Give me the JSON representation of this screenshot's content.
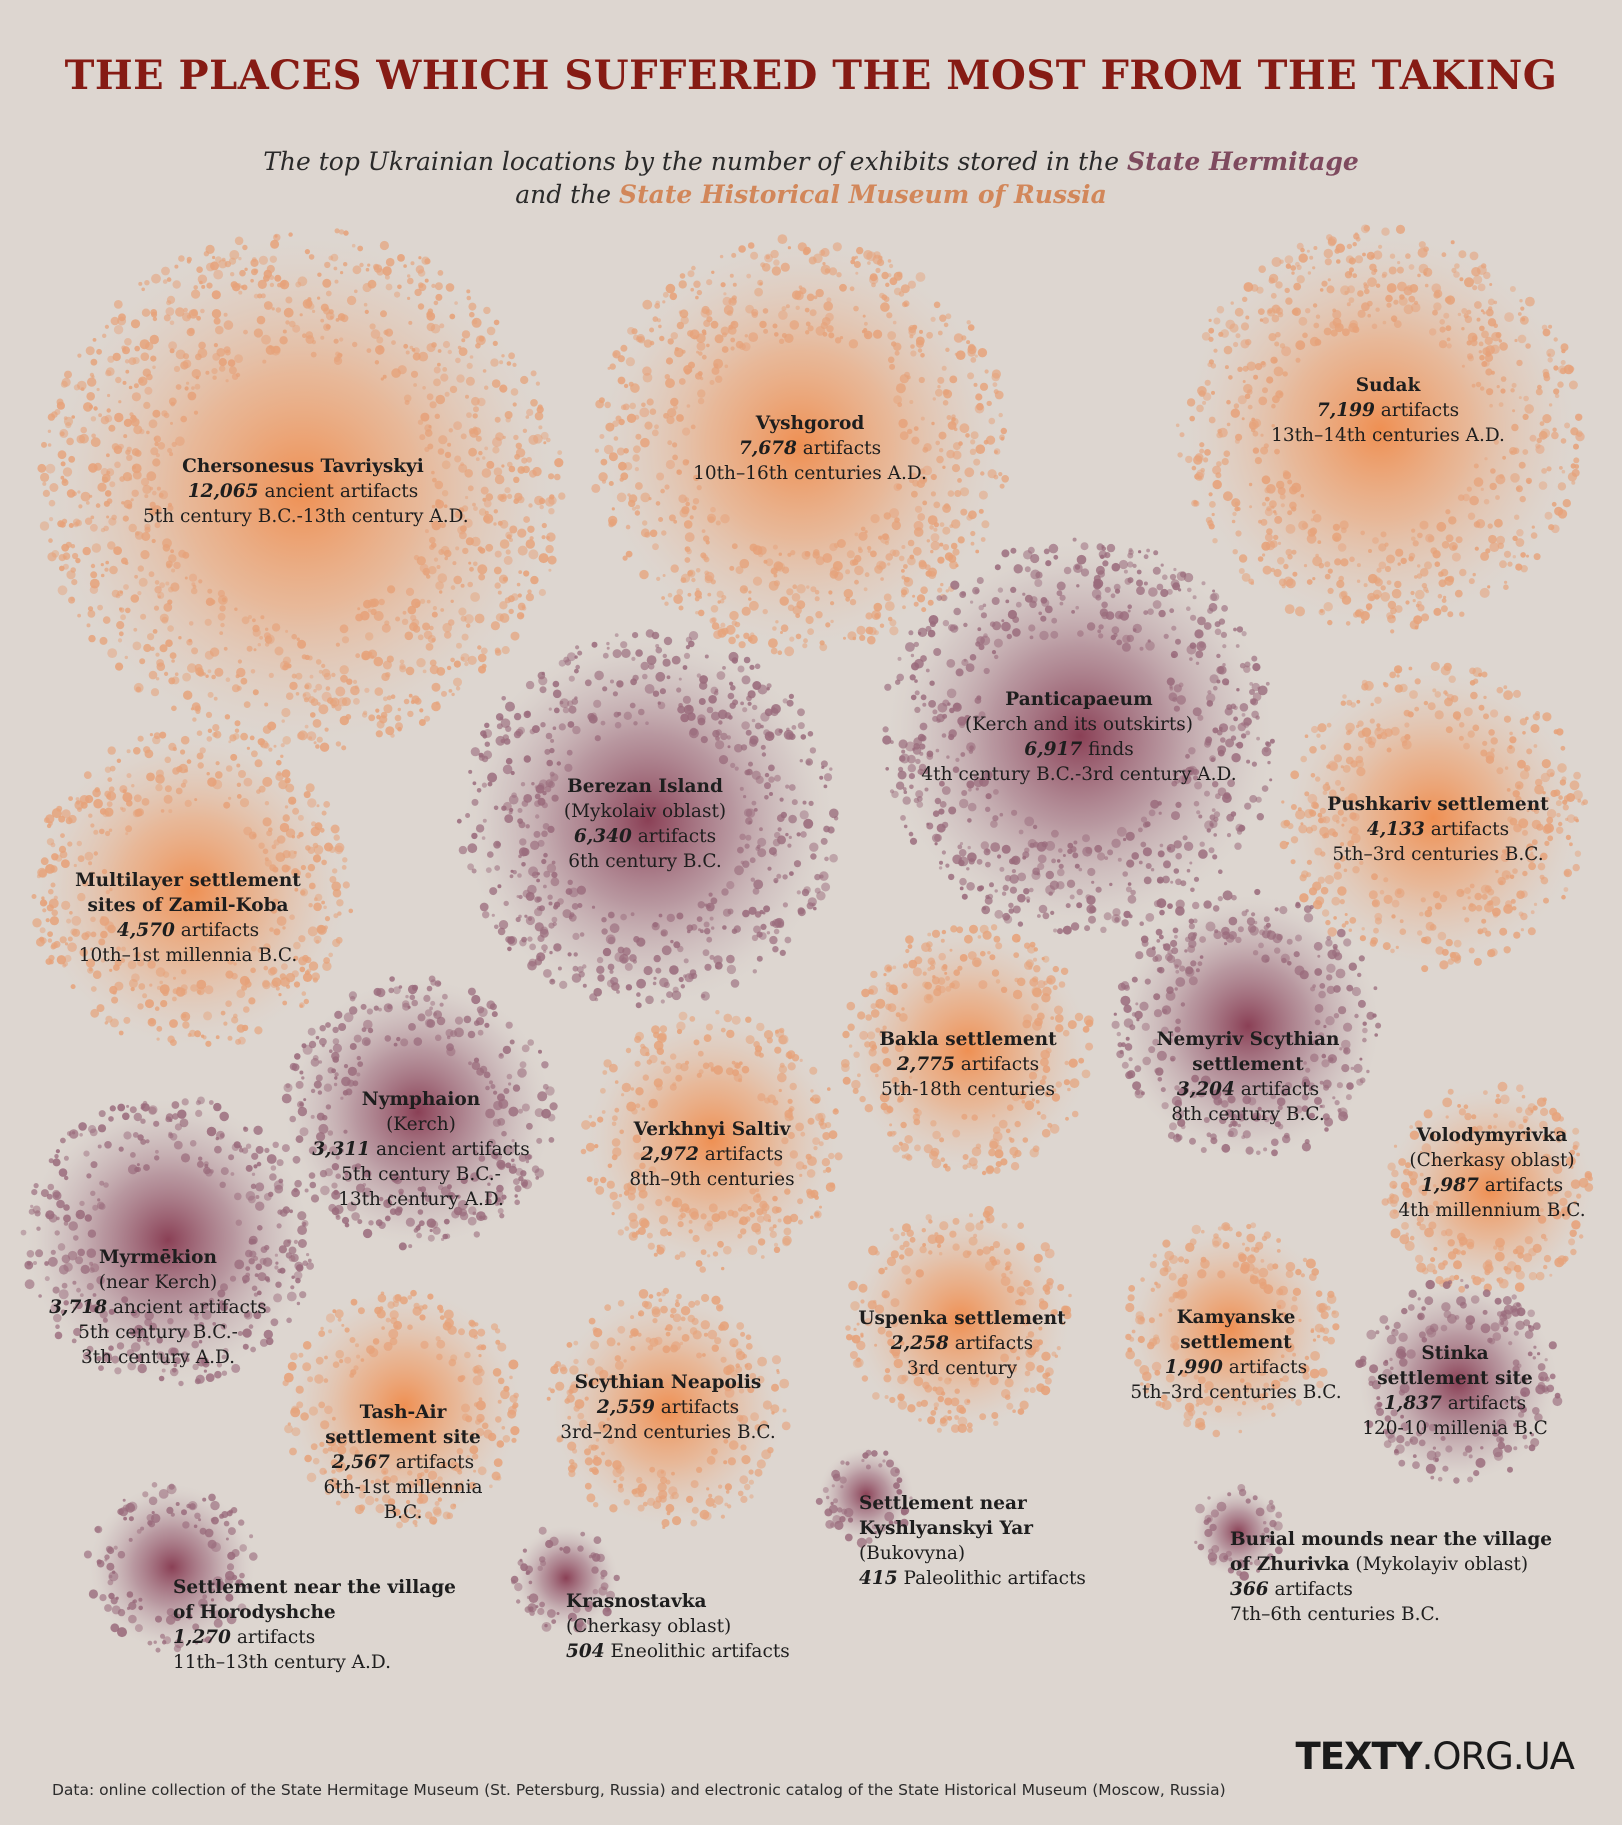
{
  "title": "THE PLACES WHICH SUFFERED THE MOST FROM THE TAKING",
  "subtitle": {
    "line1_prefix": "The top Ukrainian locations by the number of exhibits stored in the ",
    "museum_a": "State Hermitage",
    "line2_prefix": "and the ",
    "museum_b": "State Historical Museum of Russia"
  },
  "colors": {
    "background": "#ddd6d0",
    "title": "#861b14",
    "state_hermitage": "#7e4a5e",
    "state_historical_museum": "#e8925a"
  },
  "chart_data": {
    "type": "bubble",
    "value_unit": "exhibits",
    "items": [
      {
        "name": "Chersonesus Tavriyskyi",
        "value": 12065,
        "count_text": "12,065",
        "unit_text": " ancient artifacts",
        "period": "5th century B.C.-13th century A.D.",
        "museum": "State Historical Museum of Russia"
      },
      {
        "name": "Vyshgorod",
        "value": 7678,
        "count_text": "7,678",
        "unit_text": " artifacts",
        "period": "10th–16th centuries A.D.",
        "museum": "State Historical Museum of Russia"
      },
      {
        "name": "Sudak",
        "value": 7199,
        "count_text": "7,199",
        "unit_text": " artifacts",
        "period": "13th–14th centuries A.D.",
        "museum": "State Historical Museum of Russia"
      },
      {
        "name": "Panticapaeum",
        "note": "(Kerch and its outskirts)",
        "value": 6917,
        "count_text": "6,917",
        "unit_text": " finds",
        "period": "4th century B.C.-3rd century A.D.",
        "museum": "State Hermitage"
      },
      {
        "name": "Berezan Island",
        "note": "(Mykolaiv oblast)",
        "value": 6340,
        "count_text": "6,340",
        "unit_text": " artifacts",
        "period": "6th century B.C.",
        "museum": "State Hermitage"
      },
      {
        "name": "Multilayer settlement sites of Zamil-Koba",
        "value": 4570,
        "count_text": "4,570",
        "unit_text": " artifacts",
        "period": "10th–1st millennia B.C.",
        "museum": "State Historical Museum of Russia"
      },
      {
        "name": "Pushkariv settlement",
        "value": 4133,
        "count_text": "4,133",
        "unit_text": " artifacts",
        "period": "5th–3rd centuries B.C.",
        "museum": "State Historical Museum of Russia"
      },
      {
        "name": "Myrmēkion",
        "note": "(near Kerch)",
        "value": 3718,
        "count_text": "3,718",
        "unit_text": " ancient artifacts",
        "period": "5th century B.C.- 3th century A.D.",
        "museum": "State Hermitage"
      },
      {
        "name": "Nymphaion",
        "note": "(Kerch)",
        "value": 3311,
        "count_text": "3,311",
        "unit_text": " ancient artifacts",
        "period": "5th century B.C.- 13th century A.D.",
        "museum": "State Hermitage"
      },
      {
        "name": "Nemyriv Scythian settlement",
        "value": 3204,
        "count_text": "3,204",
        "unit_text": " artifacts",
        "period": "8th century B.C.",
        "museum": "State Hermitage"
      },
      {
        "name": "Verkhnyi Saltiv",
        "value": 2972,
        "count_text": "2,972",
        "unit_text": " artifacts",
        "period": "8th–9th centuries",
        "museum": "State Historical Museum of Russia"
      },
      {
        "name": "Bakla settlement",
        "value": 2775,
        "count_text": "2,775",
        "unit_text": " artifacts",
        "period": "5th-18th centuries",
        "museum": "State Historical Museum of Russia"
      },
      {
        "name": "Tash-Air settlement site",
        "value": 2567,
        "count_text": "2,567",
        "unit_text": " artifacts",
        "period": "6th-1st millennia B.C.",
        "museum": "State Historical Museum of Russia"
      },
      {
        "name": "Scythian Neapolis",
        "value": 2559,
        "count_text": "2,559",
        "unit_text": " artifacts",
        "period": "3rd–2nd centuries B.C.",
        "museum": "State Historical Museum of Russia"
      },
      {
        "name": "Uspenka settlement",
        "value": 2258,
        "count_text": "2,258",
        "unit_text": " artifacts",
        "period": "3rd century",
        "museum": "State Historical Museum of Russia"
      },
      {
        "name": "Kamyanske settlement",
        "value": 1990,
        "count_text": "1,990",
        "unit_text": " artifacts",
        "period": "5th–3rd centuries B.C.",
        "museum": "State Historical Museum of Russia"
      },
      {
        "name": "Volodymyrivka",
        "note": "(Cherkasy oblast)",
        "value": 1987,
        "count_text": "1,987",
        "unit_text": " artifacts",
        "period": "4th millennium B.C.",
        "museum": "State Historical Museum of Russia"
      },
      {
        "name": "Stinka settlement site",
        "value": 1837,
        "count_text": "1,837",
        "unit_text": " artifacts",
        "period": "120-10 millenia B.C",
        "museum": "State Hermitage"
      },
      {
        "name": "Settlement near the village of Horodyshche",
        "value": 1270,
        "count_text": "1,270",
        "unit_text": " artifacts",
        "period": "11th–13th century A.D.",
        "museum": "State Hermitage"
      },
      {
        "name": "Krasnostavka",
        "note": "(Cherkasy oblast)",
        "value": 504,
        "count_text": "504",
        "unit_text": " Eneolithic artifacts",
        "period": "",
        "museum": "State Hermitage"
      },
      {
        "name": "Settlement near Kyshlyanskyi Yar",
        "note": "(Bukovyna)",
        "value": 415,
        "count_text": "415",
        "unit_text": " Paleolithic artifacts",
        "period": "",
        "museum": "State Hermitage"
      },
      {
        "name": "Burial mounds near the village of Zhurivka",
        "note": "(Mykolayiv oblast)",
        "value": 366,
        "count_text": "366",
        "unit_text": " artifacts",
        "period": "7th–6th centuries B.C.",
        "museum": "State Hermitage"
      }
    ]
  },
  "labels": {
    "chersonesus": {
      "name": "Chersonesus Tavriyskyi",
      "count": "12,065",
      "unit": " ancient artifacts",
      "period": "5th century B.C.-13th century A.D."
    },
    "vyshgorod": {
      "name": "Vyshgorod",
      "count": "7,678",
      "unit": " artifacts",
      "period": "10th–16th centuries A.D."
    },
    "sudak": {
      "name": "Sudak",
      "count": "7,199",
      "unit": " artifacts",
      "period": "13th–14th centuries A.D."
    },
    "panticapaeum": {
      "name": "Panticapaeum",
      "note": "(Kerch and its outskirts)",
      "count": "6,917",
      "unit": " finds",
      "period": "4th century B.C.-3rd century A.D."
    },
    "berezan": {
      "name": "Berezan Island",
      "note": "(Mykolaiv oblast)",
      "count": "6,340",
      "unit": " artifacts",
      "period": "6th century B.C."
    },
    "zamil_koba": {
      "name1": "Multilayer settlement",
      "name2": "sites of Zamil-Koba",
      "count": "4,570",
      "unit": " artifacts",
      "period": "10th–1st millennia B.C."
    },
    "pushkariv": {
      "name": "Pushkariv settlement",
      "count": "4,133",
      "unit": " artifacts",
      "period": "5th–3rd centuries B.C."
    },
    "myrmekion": {
      "name": "Myrmēkion",
      "note": "(near Kerch)",
      "count": "3,718",
      "unit": " ancient artifacts",
      "period1": "5th century B.C.-",
      "period2": "3th century A.D."
    },
    "nymphaion": {
      "name": "Nymphaion",
      "note": "(Kerch)",
      "count": "3,311",
      "unit": " ancient artifacts",
      "period1": "5th century B.C.-",
      "period2": "13th century A.D."
    },
    "nemyriv": {
      "name1": "Nemyriv Scythian",
      "name2": "settlement",
      "count": "3,204",
      "unit": " artifacts",
      "period": "8th century B.C."
    },
    "verkhnyi_saltiv": {
      "name": "Verkhnyi Saltiv",
      "count": "2,972",
      "unit": " artifacts",
      "period": "8th–9th centuries"
    },
    "bakla": {
      "name": "Bakla settlement",
      "count": "2,775",
      "unit": " artifacts",
      "period": "5th-18th centuries"
    },
    "tash_air": {
      "name1": "Tash-Air",
      "name2": "settlement site",
      "count": "2,567",
      "unit": " artifacts",
      "period1": "6th-1st millennia",
      "period2": "B.C."
    },
    "neapolis": {
      "name": "Scythian Neapolis",
      "count": "2,559",
      "unit": " artifacts",
      "period": "3rd–2nd centuries B.C."
    },
    "uspenka": {
      "name": "Uspenka settlement",
      "count": "2,258",
      "unit": " artifacts",
      "period": "3rd century"
    },
    "kamyanske": {
      "name1": "Kamyanske",
      "name2": "settlement",
      "count": "1,990",
      "unit": " artifacts",
      "period": "5th–3rd centuries B.C."
    },
    "volodymyrivka": {
      "name": "Volodymyrivka",
      "note": "(Cherkasy oblast)",
      "count": "1,987",
      "unit": " artifacts",
      "period": "4th millennium B.C."
    },
    "stinka": {
      "name1": "Stinka",
      "name2": "settlement site",
      "count": "1,837",
      "unit": " artifacts",
      "period": "120-10 millenia B.C"
    },
    "horodyshche": {
      "name1": "Settlement near the village",
      "name2": "of Horodyshche",
      "count": "1,270",
      "unit": " artifacts",
      "period": "11th–13th century A.D."
    },
    "krasnostavka": {
      "name": "Krasnostavka",
      "note": "(Cherkasy oblast)",
      "count": "504",
      "unit": " Eneolithic artifacts"
    },
    "kyshlyanskyi": {
      "name1": "Settlement near",
      "name2": "Kyshlyanskyi Yar",
      "note": "(Bukovyna)",
      "count": "415",
      "unit": " Paleolithic artifacts"
    },
    "zhurivka": {
      "name1": "Burial mounds near the village",
      "name2": "of Zhurivka",
      "note": " (Mykolayiv oblast)",
      "count": "366",
      "unit": " artifacts",
      "period": "7th–6th centuries B.C."
    }
  },
  "footer": {
    "source": "Data: online collection of the State Hermitage Museum (St. Petersburg, Russia) and electronic catalog of the State Historical Museum (Moscow, Russia)",
    "logo_bold": "TEXTY",
    "logo_rest": ".ORG.UA"
  }
}
